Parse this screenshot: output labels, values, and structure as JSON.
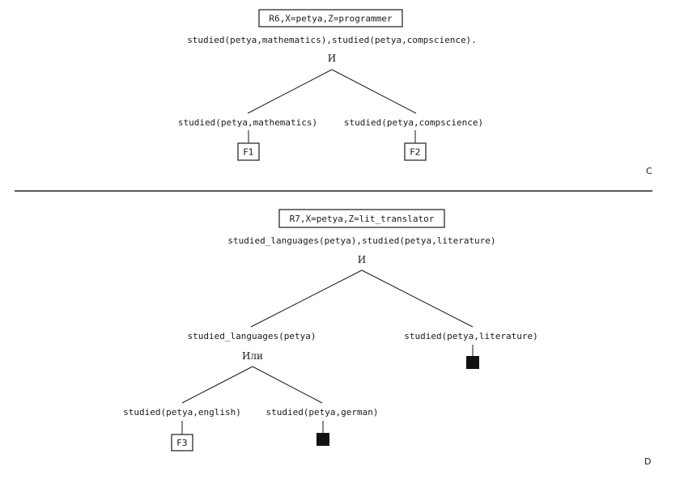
{
  "section_c": {
    "rule_label": "R6,X=petya,Z=programmer",
    "goal": "studied(petya,mathematics),studied(petya,compscience).",
    "and_label": "И",
    "left_goal": "studied(petya,mathematics)",
    "right_goal": "studied(petya,compscience)",
    "left_fact": "F1",
    "right_fact": "F2",
    "corner_letter": "C"
  },
  "section_d": {
    "rule_label": "R7,X=petya,Z=lit_translator",
    "goal": "studied_languages(petya),studied(petya,literature)",
    "and_label": "И",
    "left_goal": "studied_languages(petya)",
    "right_goal": "studied(petya,literature)",
    "or_label": "Или",
    "or_left_goal": "studied(petya,english)",
    "or_right_goal": "studied(petya,german)",
    "or_left_fact": "F3",
    "corner_letter": "D"
  }
}
